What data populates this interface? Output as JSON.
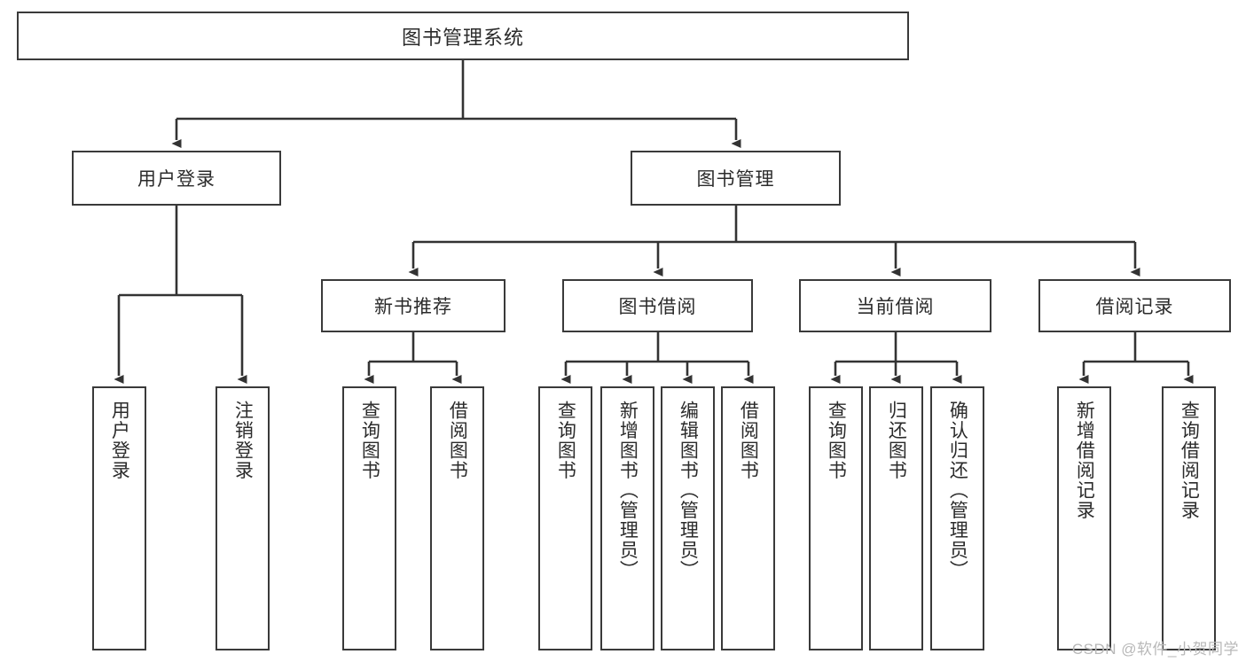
{
  "diagram": {
    "title": "图书管理系统",
    "type": "tree-hierarchy-diagram",
    "colors": {
      "box_border": "#3a3a3a",
      "box_fill": "#ffffff",
      "connector": "#333333",
      "text": "#2b2b2b",
      "watermark": "#b8b8b8"
    },
    "root": {
      "label": "图书管理系统"
    },
    "level1": [
      {
        "label": "用户登录"
      },
      {
        "label": "图书管理"
      }
    ],
    "level2": [
      {
        "label": "新书推荐"
      },
      {
        "label": "图书借阅"
      },
      {
        "label": "当前借阅"
      },
      {
        "label": "借阅记录"
      }
    ],
    "leaves": {
      "user_login": [
        {
          "label": "用户登录"
        },
        {
          "label": "注销登录"
        }
      ],
      "new_book_recommend": [
        {
          "label": "查询图书"
        },
        {
          "label": "借阅图书"
        }
      ],
      "book_borrow": [
        {
          "label": "查询图书"
        },
        {
          "label": "新增图书（管理员）"
        },
        {
          "label": "编辑图书（管理员）"
        },
        {
          "label": "借阅图书"
        }
      ],
      "current_borrow": [
        {
          "label": "查询图书"
        },
        {
          "label": "归还图书"
        },
        {
          "label": "确认归还（管理员）"
        }
      ],
      "borrow_record": [
        {
          "label": "新增借阅记录"
        },
        {
          "label": "查询借阅记录"
        }
      ]
    }
  },
  "watermark": {
    "text": "CSDN @软件_小贺同学"
  }
}
